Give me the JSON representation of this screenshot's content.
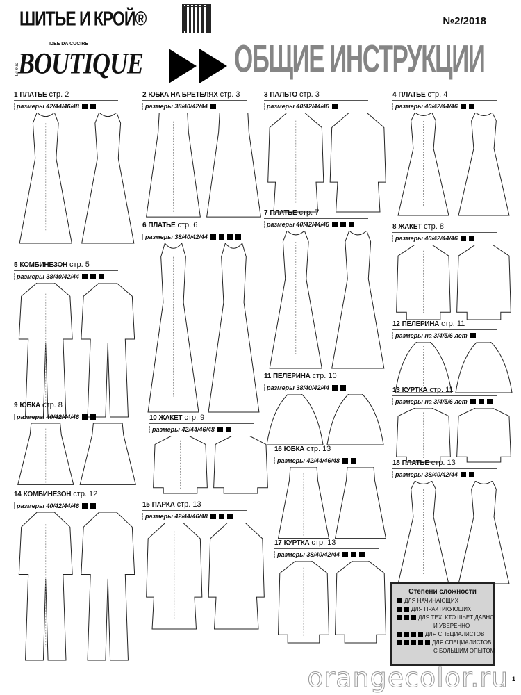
{
  "header": {
    "magazine": "ШИТЬЕ И КРОЙ®",
    "issue": "№2/2018",
    "logo_sub": "IDEE DA CUCIRE",
    "logo": "BOUTIQUE",
    "logo_prefix": "La mia",
    "title": "ОБЩИЕ ИНСТРУКЦИИ"
  },
  "items": [
    {
      "num": "1",
      "name": "ПЛАТЬЕ",
      "page": "стр. 2",
      "sizes": "размеры 42/44/46/48",
      "difficulty": 2
    },
    {
      "num": "2",
      "name": "ЮБКА НА БРЕТЕЛЯХ",
      "page": "стр. 3",
      "sizes": "размеры 38/40/42/44",
      "difficulty": 1
    },
    {
      "num": "3",
      "name": "ПАЛЬТО",
      "page": "стр. 3",
      "sizes": "размеры 40/42/44/46",
      "difficulty": 1
    },
    {
      "num": "4",
      "name": "ПЛАТЬЕ",
      "page": "стр. 4",
      "sizes": "размеры 40/42/44/46",
      "difficulty": 2
    },
    {
      "num": "5",
      "name": "КОМБИНЕЗОН",
      "page": "стр. 5",
      "sizes": "размеры 38/40/42/44",
      "difficulty": 3
    },
    {
      "num": "6",
      "name": "ПЛАТЬЕ",
      "page": "стр. 6",
      "sizes": "размеры 38/40/42/44",
      "difficulty": 4
    },
    {
      "num": "7",
      "name": "ПЛАТЬЕ",
      "page": "стр. 7",
      "sizes": "размеры 40/42/44/46",
      "difficulty": 3
    },
    {
      "num": "8",
      "name": "ЖАКЕТ",
      "page": "стр. 8",
      "sizes": "размеры 40/42/44/46",
      "difficulty": 2
    },
    {
      "num": "9",
      "name": "ЮБКА",
      "page": "стр. 8",
      "sizes": "размеры 40/42/44/46",
      "difficulty": 2
    },
    {
      "num": "10",
      "name": "ЖАКЕТ",
      "page": "стр. 9",
      "sizes": "размеры 42/44/46/48",
      "difficulty": 2
    },
    {
      "num": "11",
      "name": "ПЕЛЕРИНА",
      "page": "стр. 10",
      "sizes": "размеры 38/40/42/44",
      "difficulty": 2
    },
    {
      "num": "12",
      "name": "ПЕЛЕРИНА",
      "page": "стр. 11",
      "sizes": "размеры на 3/4/5/6 лет",
      "difficulty": 1
    },
    {
      "num": "13",
      "name": "КУРТКА",
      "page": "стр. 11",
      "sizes": "размеры на 3/4/5/6 лет",
      "difficulty": 3
    },
    {
      "num": "14",
      "name": "КОМБИНЕЗОН",
      "page": "стр. 12",
      "sizes": "размеры 40/42/44/46",
      "difficulty": 2
    },
    {
      "num": "15",
      "name": "ПАРКА",
      "page": "стр. 13",
      "sizes": "размеры 42/44/46/48",
      "difficulty": 3
    },
    {
      "num": "16",
      "name": "ЮБКА",
      "page": "стр. 13",
      "sizes": "размеры 42/44/46/48",
      "difficulty": 2
    },
    {
      "num": "17",
      "name": "КУРТКА",
      "page": "стр. 13",
      "sizes": "размеры 38/40/42/44",
      "difficulty": 3
    },
    {
      "num": "18",
      "name": "ПЛАТЬЕ",
      "page": "стр. 13",
      "sizes": "размеры 38/40/42/44",
      "difficulty": 2
    }
  ],
  "legend": {
    "title": "Степени сложности",
    "levels": [
      {
        "squares": 1,
        "label": "ДЛЯ НАЧИНАЮЩИХ"
      },
      {
        "squares": 2,
        "label": "ДЛЯ ПРАКТИКУЮЩИХ"
      },
      {
        "squares": 3,
        "label": "ДЛЯ ТЕХ, КТО ШЬЕТ ДАВНО",
        "cont": "И УВЕРЕННО"
      },
      {
        "squares": 4,
        "label": "ДЛЯ СПЕЦИАЛИСТОВ"
      },
      {
        "squares": 5,
        "label": "ДЛЯ СПЕЦИАЛИСТОВ",
        "cont": "С БОЛЬШИМ ОПЫТОМ"
      }
    ]
  },
  "watermark": "orangecolor.ru",
  "page_number": "1"
}
